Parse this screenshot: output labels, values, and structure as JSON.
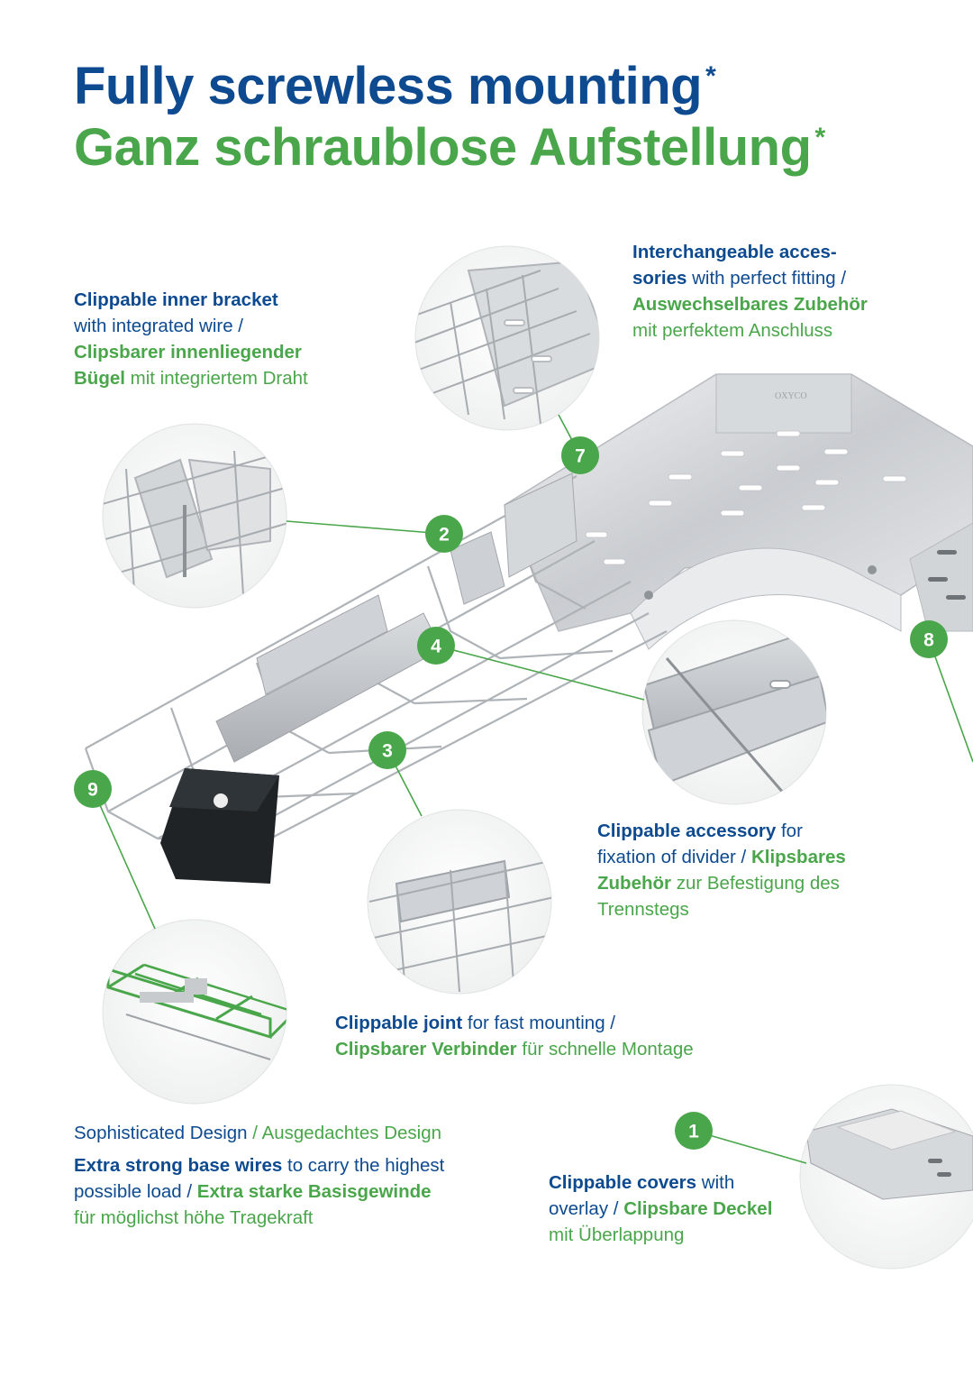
{
  "colors": {
    "brand_blue": "#0d4a8f",
    "brand_green": "#4aa64a"
  },
  "title": {
    "english": "Fully screwless mounting",
    "german": "Ganz schraublose Aufstellung",
    "footnote_mark": "*"
  },
  "callouts": {
    "inner_bracket": {
      "badge": "2",
      "en_bold": "Clippable inner bracket",
      "en_rest": "with integrated wire /",
      "de_bold_1": "Clipsbarer innenliegender",
      "de_bold_2": "Bügel",
      "de_rest": "mit integriertem Draht"
    },
    "accessories": {
      "badge": "7",
      "en_bold_1": "Interchangeable acces-",
      "en_bold_2": "sories",
      "en_rest": "with perfect fitting /",
      "de_bold": "Auswechselbares Zubehör",
      "de_rest": "mit perfektem Anschluss"
    },
    "divider": {
      "badge": "4",
      "en_bold": "Clippable accessory",
      "en_rest_1": "for",
      "en_rest_2": "fixation of divider /",
      "de_bold_1": "Klipsbares",
      "de_bold_2": "Zubehör",
      "de_rest_1": "zur Befestigung des",
      "de_rest_2": "Trennstegs"
    },
    "joint": {
      "badge": "3",
      "en_bold": "Clippable joint",
      "en_rest": "for fast mounting /",
      "de_bold": "Clipsbarer Verbinder",
      "de_rest": "für schnelle Montage"
    },
    "design": {
      "badge": "9",
      "en_heading": "Sophisticated Design",
      "separator": "/",
      "de_heading": "Ausgedachtes Design",
      "en_bold": "Extra strong base wires",
      "en_rest_1": "to carry the highest",
      "en_rest_2": "possible load /",
      "de_bold": "Extra starke Basisgewinde",
      "de_rest": "für möglichst höhe Tragekraft"
    },
    "covers": {
      "badge": "1",
      "en_bold": "Clippable covers",
      "en_rest_1": "with",
      "en_rest_2": "overlay /",
      "de_bold": "Clipsbare Deckel",
      "de_rest": "mit Überlappung"
    },
    "tray_bend": {
      "badge": "8"
    }
  },
  "product_marking": "OXYCO"
}
